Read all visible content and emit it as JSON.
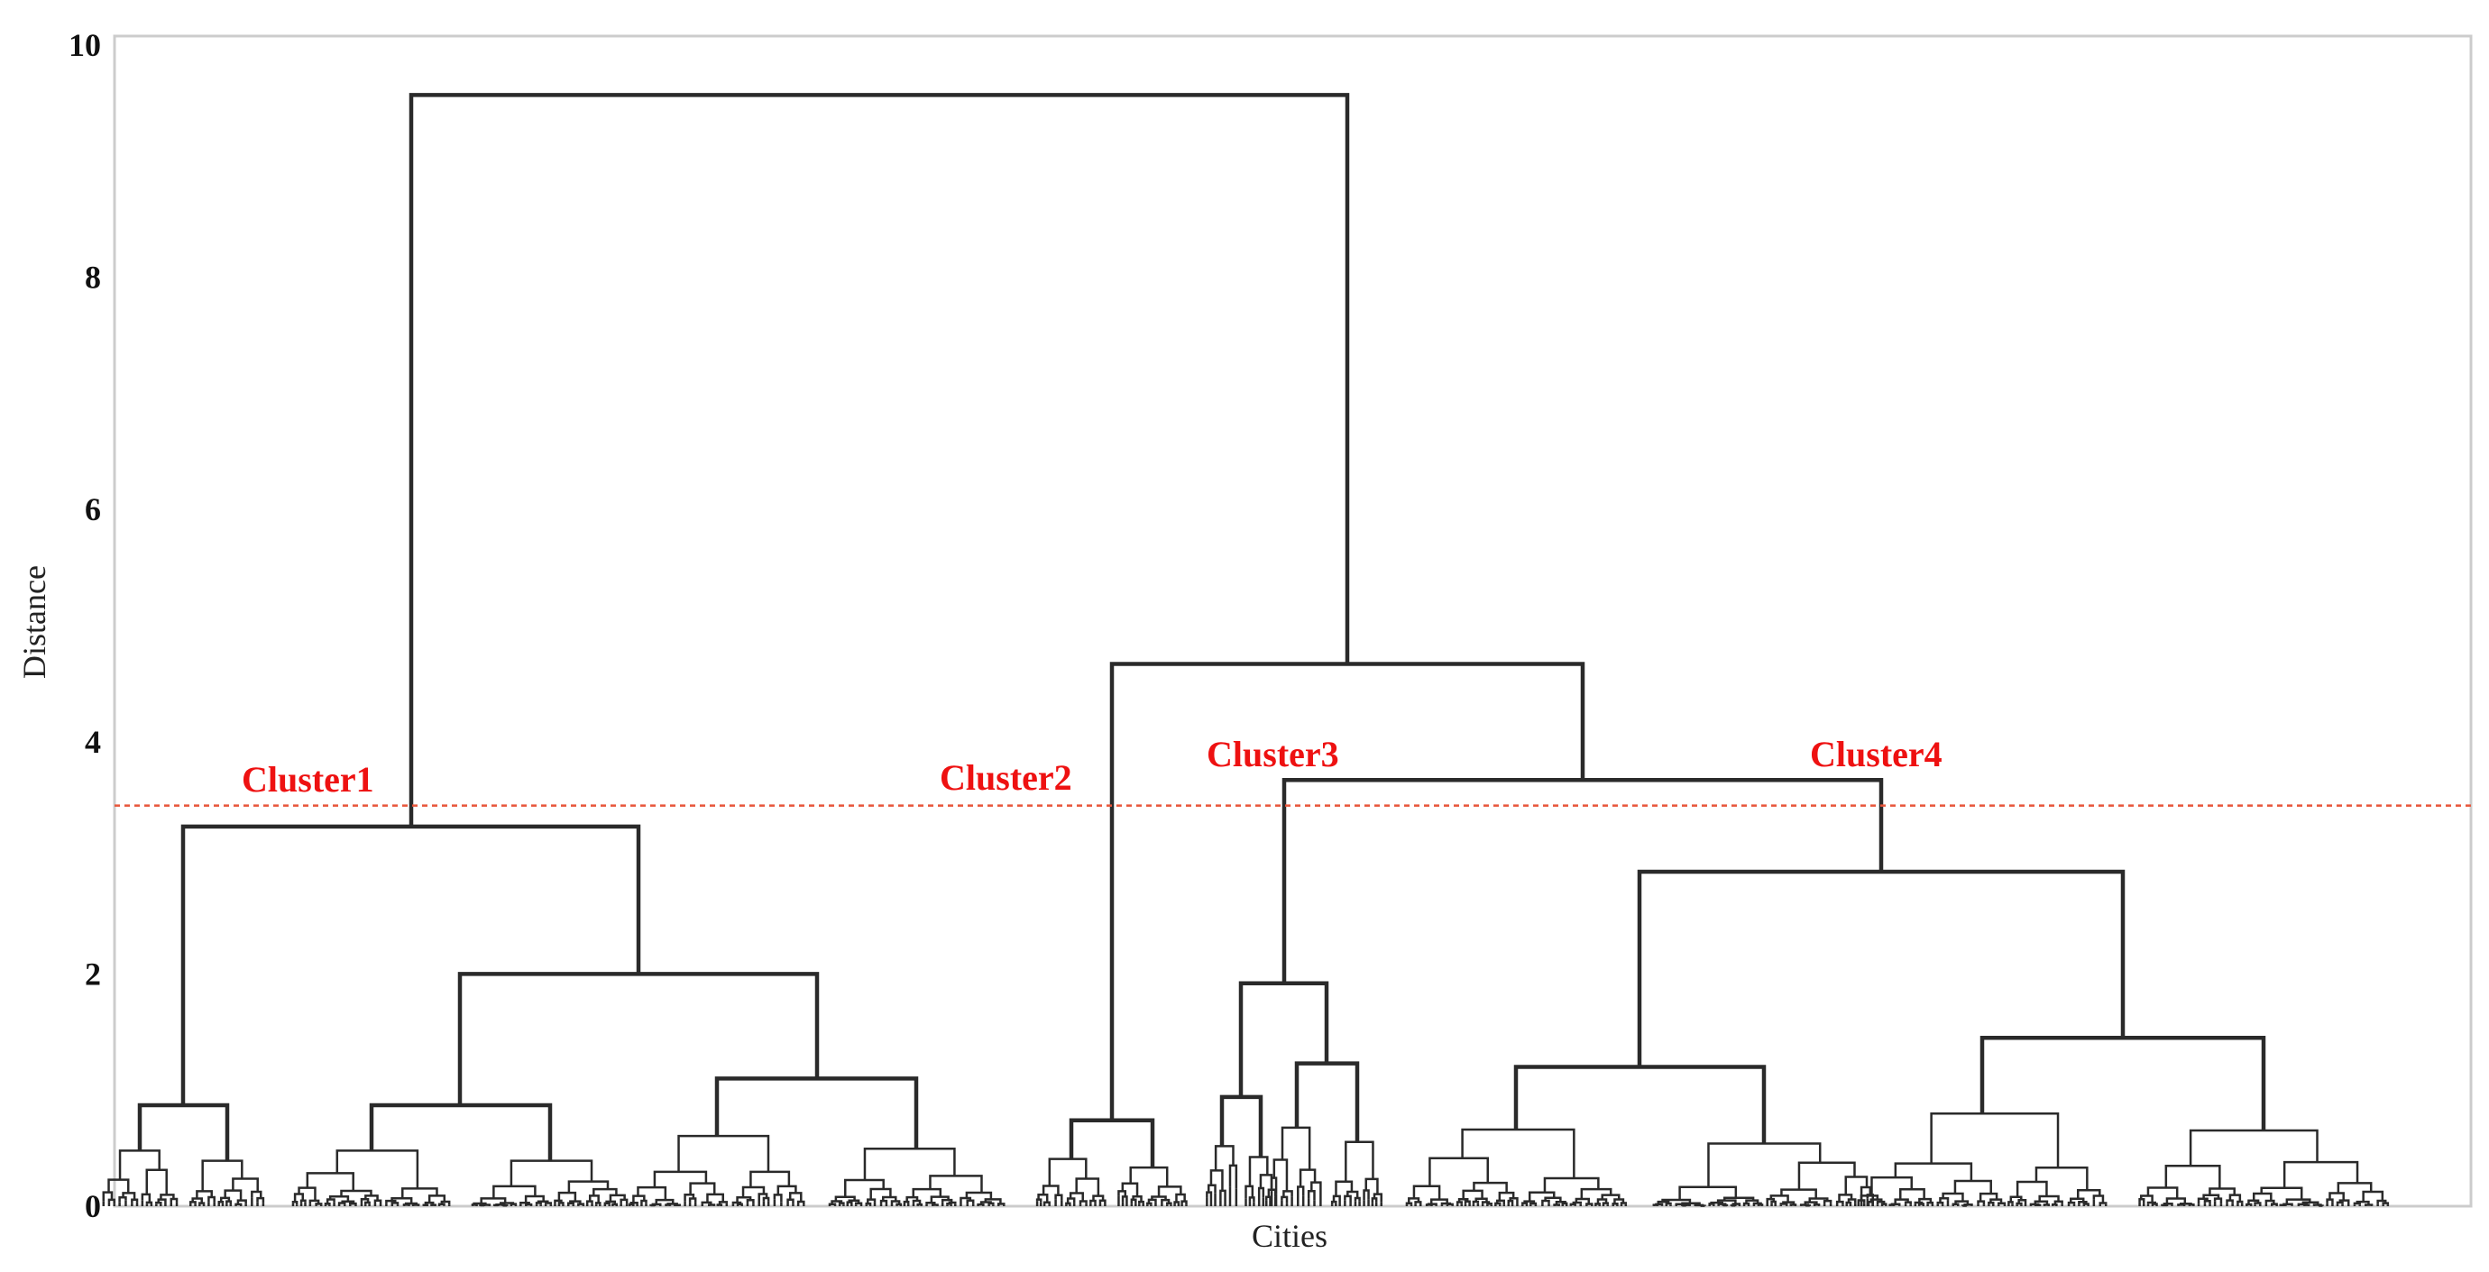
{
  "chart_data": {
    "type": "dendrogram",
    "xlabel": "Cities",
    "ylabel": "Distance",
    "ylim": [
      0,
      10
    ],
    "yticks": [
      0,
      2,
      4,
      6,
      8,
      10
    ],
    "grid": false,
    "cut_height": 3.45,
    "cut_color": "#e8553a",
    "label_color": "#ee1111",
    "line_color": "#2a2a2a",
    "clusters": [
      {
        "name": "Cluster1"
      },
      {
        "name": "Cluster2"
      },
      {
        "name": "Cluster3"
      },
      {
        "name": "Cluster4"
      }
    ],
    "merges": [
      {
        "id": "c1_a",
        "height": 0.87,
        "children": [
          "leaves",
          "leaves"
        ]
      },
      {
        "id": "c1_b",
        "height": 0.87,
        "children": [
          "leaves",
          "leaves"
        ]
      },
      {
        "id": "c1_c",
        "height": 1.1,
        "children": [
          "leaves",
          "leaves"
        ]
      },
      {
        "id": "c1_bc",
        "height": 2.0,
        "children": [
          "c1_b",
          "c1_c"
        ]
      },
      {
        "id": "c1",
        "height": 3.27,
        "children": [
          "c1_a",
          "c1_bc"
        ]
      },
      {
        "id": "c2",
        "height": 0.74,
        "children": [
          "leaves",
          "leaves"
        ]
      },
      {
        "id": "c3_a",
        "height": 0.94,
        "children": [
          "leaves",
          "leaves"
        ]
      },
      {
        "id": "c3_b",
        "height": 1.23,
        "children": [
          "leaves",
          "leaves"
        ]
      },
      {
        "id": "c3",
        "height": 1.92,
        "children": [
          "c3_a",
          "c3_b"
        ]
      },
      {
        "id": "c4_a",
        "height": 1.2,
        "children": [
          "leaves",
          "leaves"
        ]
      },
      {
        "id": "c4_b",
        "height": 1.45,
        "children": [
          "leaves",
          "leaves"
        ]
      },
      {
        "id": "c4",
        "height": 2.88,
        "children": [
          "c4_a",
          "c4_b"
        ]
      },
      {
        "id": "c34",
        "height": 3.67,
        "children": [
          "c3",
          "c4"
        ]
      },
      {
        "id": "c234",
        "height": 4.67,
        "children": [
          "c2",
          "c34"
        ]
      },
      {
        "id": "root",
        "height": 9.57,
        "children": [
          "c1",
          "c234"
        ]
      }
    ]
  }
}
